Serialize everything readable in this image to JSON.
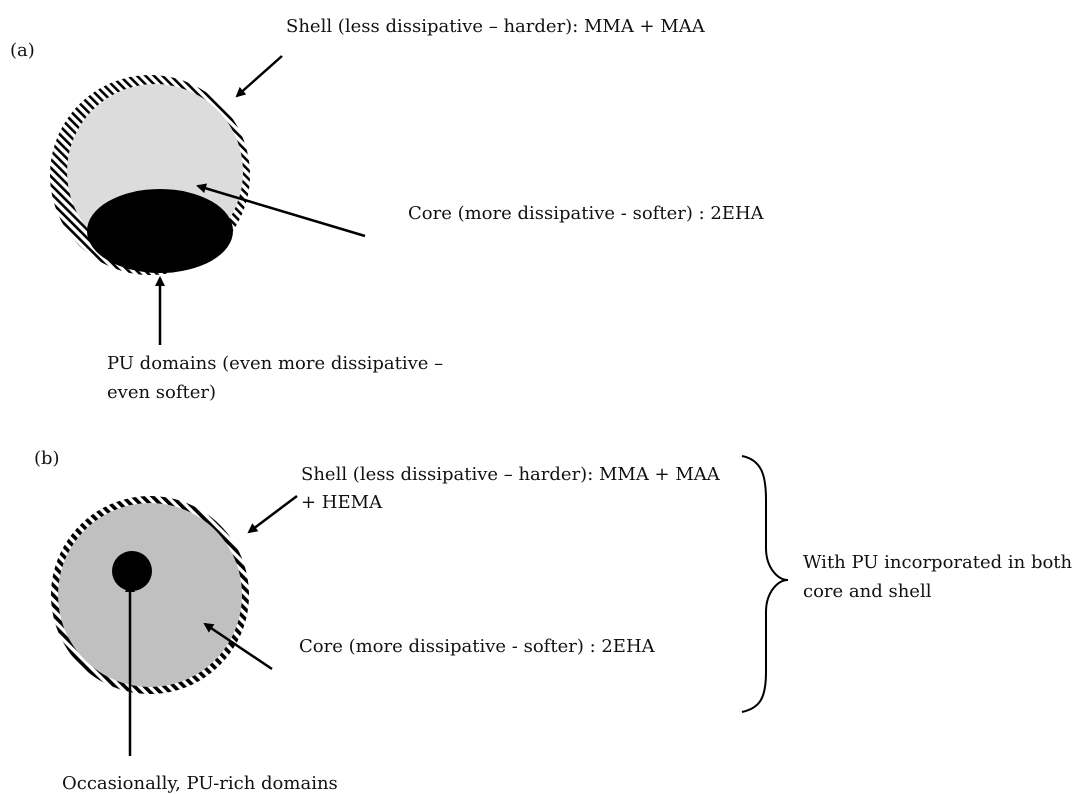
{
  "panel_a": {
    "label": "(a)",
    "shell_label": "Shell (less dissipative – harder): MMA + MAA",
    "core_label": "Core (more dissipative - softer) : 2EHA",
    "pu_label_line1": "PU domains (even more dissipative –",
    "pu_label_line2": "even softer)"
  },
  "panel_b": {
    "label": "(b)",
    "shell_label_line1": "Shell (less dissipative – harder): MMA + MAA",
    "shell_label_line2": "+ HEMA",
    "core_label": "Core (more dissipative - softer) : 2EHA",
    "pu_rich_label": "Occasionally, PU-rich domains",
    "brace_label_line1": "With PU incorporated in both",
    "brace_label_line2": "core and shell"
  },
  "colors": {
    "shell_stripe": "#000000",
    "core_a": "#dcdcdc",
    "core_b": "#c0c0c0",
    "pu_domain": "#000000"
  }
}
